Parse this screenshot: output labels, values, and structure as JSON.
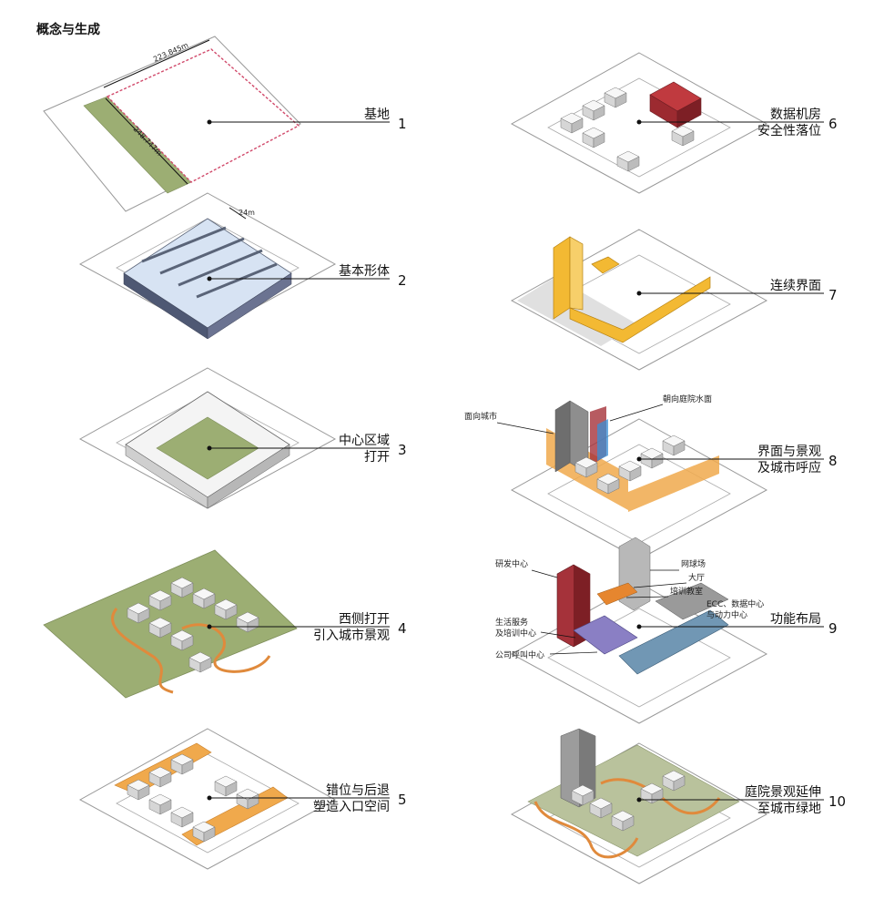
{
  "title": "概念与生成",
  "panels": [
    {
      "id": 1,
      "lines": [
        "基地"
      ]
    },
    {
      "id": 2,
      "lines": [
        "基本形体"
      ]
    },
    {
      "id": 3,
      "lines": [
        "中心区域",
        "打开"
      ]
    },
    {
      "id": 4,
      "lines": [
        "西侧打开",
        "引入城市景观"
      ]
    },
    {
      "id": 5,
      "lines": [
        "错位与后退",
        "塑造入口空间"
      ]
    },
    {
      "id": 6,
      "lines": [
        "数据机房",
        "安全性落位"
      ]
    },
    {
      "id": 7,
      "lines": [
        "连续界面"
      ]
    },
    {
      "id": 8,
      "lines": [
        "界面与景观",
        "及城市呼应"
      ]
    },
    {
      "id": 9,
      "lines": [
        "功能布局"
      ]
    },
    {
      "id": 10,
      "lines": [
        "庭院景观延伸",
        "至城市绿地"
      ]
    }
  ],
  "dimensions": {
    "site_width": "223.845m",
    "site_depth": "248.747m",
    "bar_width": "24m"
  },
  "callouts_8": [
    "面向城市",
    "朝向庭院水面"
  ],
  "callouts_9": [
    "研发中心",
    "网球场",
    "大厅",
    "培训教室",
    "ECC、数据中心",
    "与动力中心",
    "生活服务",
    "及培训中心",
    "公司呼叫中心"
  ],
  "colors": {
    "green": "#9cae73",
    "orange": "#f0a94c",
    "red": "#a5323a",
    "blue": "#7197b4",
    "purple": "#8a7fc4",
    "light_blue": "#d7e3f3",
    "yellow": "#f3b933"
  }
}
